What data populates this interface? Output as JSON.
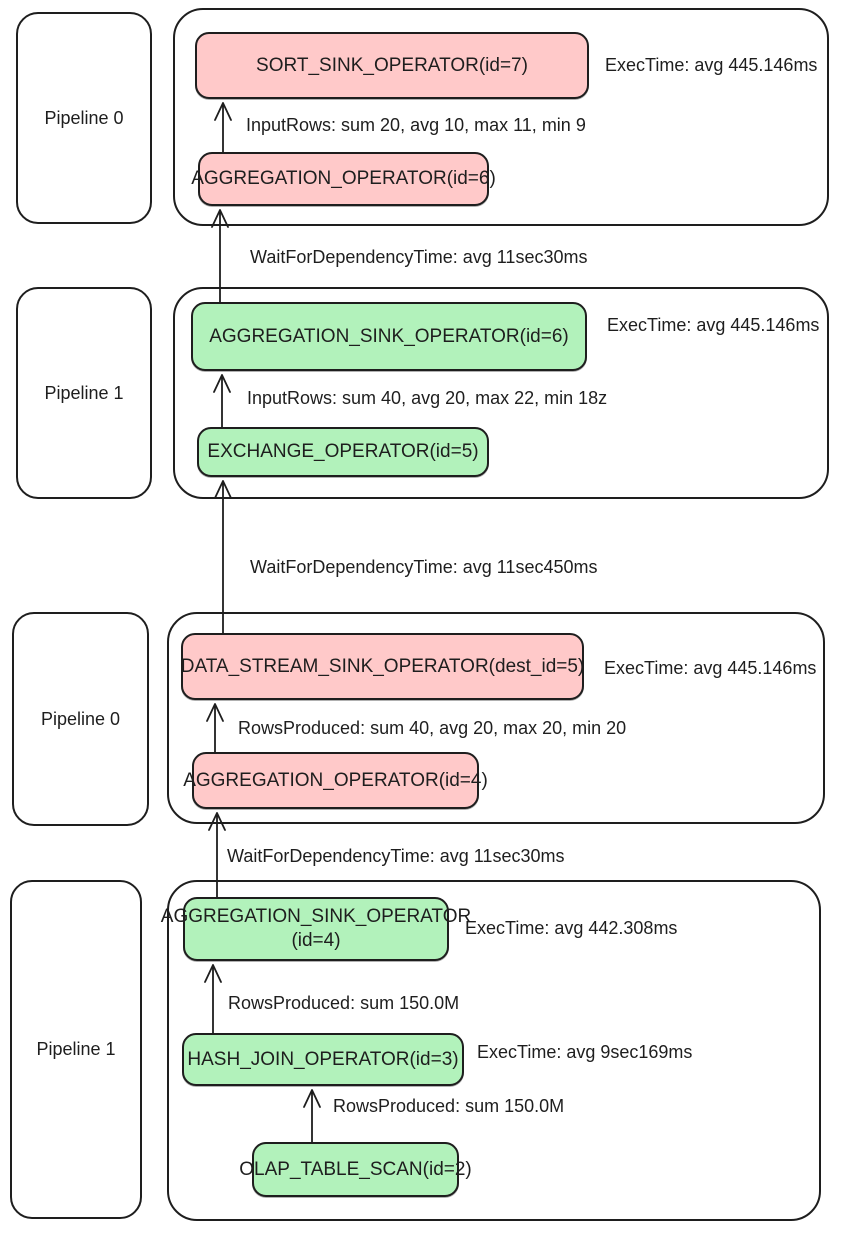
{
  "diagram": {
    "colors": {
      "pink": "#ffc9c9",
      "green": "#b2f2bb",
      "stroke": "#1e1e1e",
      "background": "#ffffff"
    },
    "pipelines": [
      {
        "label": "Pipeline 0"
      },
      {
        "label": "Pipeline 1"
      },
      {
        "label": "Pipeline 0"
      },
      {
        "label": "Pipeline 1"
      }
    ],
    "operators": [
      {
        "id": "sort-sink-7",
        "label": "SORT_SINK_OPERATOR(id=7)",
        "state": "pink"
      },
      {
        "id": "aggregation-6",
        "label": "AGGREGATION_OPERATOR(id=6)",
        "state": "pink"
      },
      {
        "id": "aggregation-sink-6",
        "label": "AGGREGATION_SINK_OPERATOR(id=6)",
        "state": "green"
      },
      {
        "id": "exchange-5",
        "label": "EXCHANGE_OPERATOR(id=5)",
        "state": "green"
      },
      {
        "id": "data-stream-sink-5",
        "label": "DATA_STREAM_SINK_OPERATOR(dest_id=5)",
        "state": "pink"
      },
      {
        "id": "aggregation-4",
        "label": "AGGREGATION_OPERATOR(id=4)",
        "state": "pink"
      },
      {
        "id": "aggregation-sink-4",
        "label": "AGGREGATION_SINK_OPERATOR\n(id=4)",
        "state": "green"
      },
      {
        "id": "hash-join-3",
        "label": "HASH_JOIN_OPERATOR(id=3)",
        "state": "green"
      },
      {
        "id": "olap-table-scan-2",
        "label": "OLAP_TABLE_SCAN(id=2)",
        "state": "green"
      }
    ],
    "metrics": [
      "ExecTime: avg 445.146ms",
      "InputRows: sum 20, avg 10, max 11, min 9",
      "WaitForDependencyTime: avg 11sec30ms",
      "ExecTime: avg 445.146ms",
      "InputRows: sum 40, avg 20, max 22, min 18z",
      "WaitForDependencyTime: avg 11sec450ms",
      "ExecTime: avg 445.146ms",
      "RowsProduced: sum 40, avg 20, max 20, min 20",
      "WaitForDependencyTime: avg 11sec30ms",
      "ExecTime: avg 442.308ms",
      "RowsProduced: sum 150.0M",
      "ExecTime: avg 9sec169ms",
      "RowsProduced: sum 150.0M"
    ]
  }
}
